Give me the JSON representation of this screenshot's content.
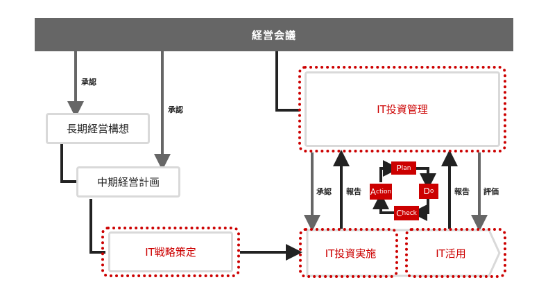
{
  "header": {
    "title": "経営会議"
  },
  "nodes": {
    "long_term_plan": "長期経営構想",
    "mid_term_plan": "中期経営計画",
    "it_strategy": "IT戦略策定",
    "it_investment_mgmt": "IT投資管理",
    "it_investment_exec": "IT投資実施",
    "it_utilization": "IT活用"
  },
  "edge_labels": {
    "approval_1": "承認",
    "approval_2": "承認",
    "approval_3": "承認",
    "report_1": "報告",
    "report_2": "報告",
    "evaluation": "評価"
  },
  "pdca": {
    "plan": {
      "cap": "P",
      "rest": "lan"
    },
    "do": {
      "cap": "D",
      "rest": "o"
    },
    "check": {
      "cap": "C",
      "rest": "heck"
    },
    "action": {
      "cap": "A",
      "rest": "ction"
    }
  },
  "colors": {
    "accent_red": "#cc0000",
    "header_gray": "#666666",
    "box_border": "#d9d9d9",
    "connector_dark": "#222222",
    "connector_gray": "#666666"
  }
}
